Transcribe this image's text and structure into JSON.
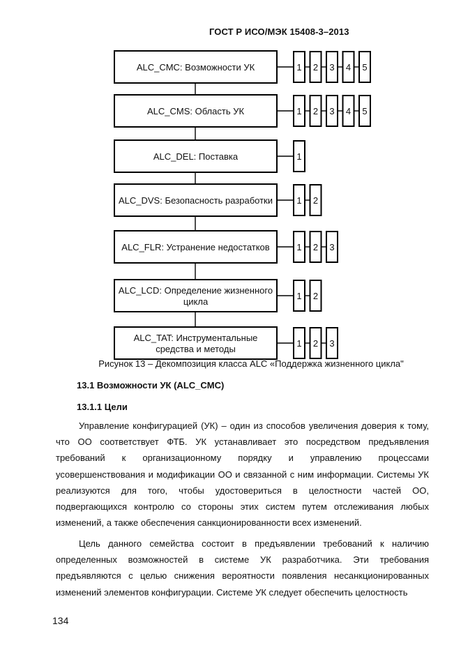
{
  "header": {
    "standard": "ГОСТ Р ИСО/МЭК 15408-3–2013"
  },
  "diagram": {
    "families": [
      {
        "lines": [
          "ALC_CMC: Возможности УК"
        ],
        "levels": [
          "1",
          "2",
          "3",
          "4",
          "5"
        ]
      },
      {
        "lines": [
          "ALC_CMS: Область УК"
        ],
        "levels": [
          "1",
          "2",
          "3",
          "4",
          "5"
        ]
      },
      {
        "lines": [
          "ALC_DEL: Поставка"
        ],
        "levels": [
          "1"
        ]
      },
      {
        "lines": [
          "ALC_DVS: Безопасность разработки"
        ],
        "levels": [
          "1",
          "2"
        ]
      },
      {
        "lines": [
          "ALC_FLR: Устранение недостатков"
        ],
        "levels": [
          "1",
          "2",
          "3"
        ]
      },
      {
        "lines": [
          "ALC_LCD: Определение жизненного",
          "цикла"
        ],
        "levels": [
          "1",
          "2"
        ]
      },
      {
        "lines": [
          "ALC_TAT: Инструментальные",
          "средства и методы"
        ],
        "levels": [
          "1",
          "2",
          "3"
        ]
      }
    ]
  },
  "caption": "Рисунок 13 – Декомпозиция класса ALC «Поддержка жизненного цикла\"",
  "section": {
    "heading": "13.1  Возможности УК (ALC_CMC)",
    "subheading": "13.1.1  Цели"
  },
  "paragraphs": [
    "Управление конфигурацией (УК) – один из способов увеличения доверия к тому, что ОО соответствует ФТБ. УК устанавливает это посредством предъявления требований к организационному порядку и управлению процессами усовершенствования и модификации ОО и связанной с ним информации. Системы УК реализуются для того, чтобы удостовериться в целостности частей ОО, подвергающихся контролю со стороны этих систем путем отслеживания любых изменений, а также обеспечения санкционированности всех изменений.",
    "Цель данного семейства состоит в предъявлении требований к наличию определенных возможностей в системе УК разработчика. Эти требования предъявляются с целью снижения вероятности появления несанкционированных изменений элементов конфигурации. Системе УК следует обеспечить целостность"
  ],
  "page_number": "134"
}
